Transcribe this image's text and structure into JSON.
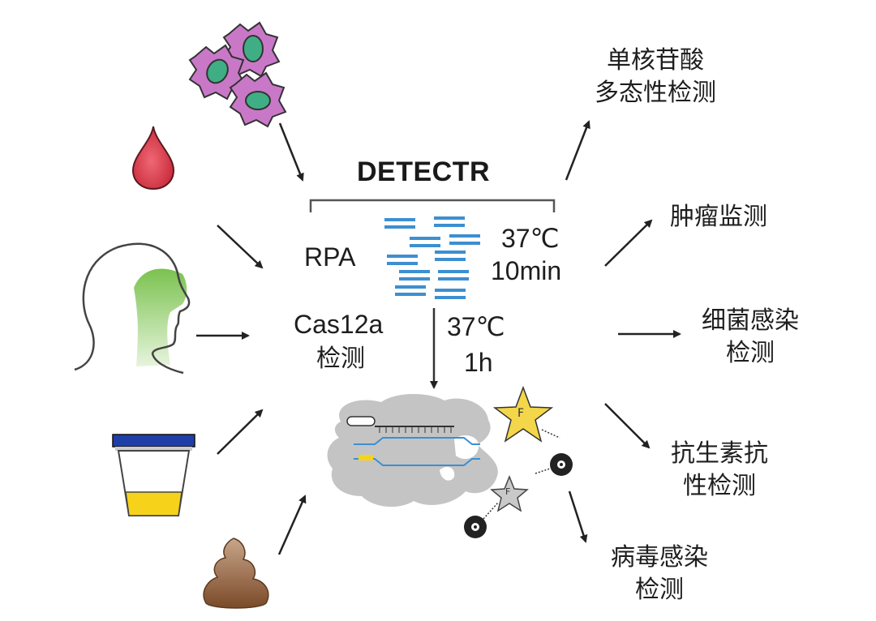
{
  "title": "DETECTR",
  "steps": {
    "rpa": {
      "label": "RPA",
      "temperature": "37℃",
      "duration": "10min"
    },
    "cas": {
      "label_line1": "Cas12a",
      "label_line2": "检测",
      "temperature": "37℃",
      "duration": "1h"
    }
  },
  "samples": [
    {
      "name": "cells",
      "icon": "cells-icon"
    },
    {
      "name": "blood",
      "icon": "blood-drop-icon"
    },
    {
      "name": "nasal/throat swab",
      "icon": "head-profile-icon"
    },
    {
      "name": "urine",
      "icon": "urine-cup-icon"
    },
    {
      "name": "stool",
      "icon": "stool-icon"
    }
  ],
  "applications": [
    {
      "line1": "单核苷酸",
      "line2": "多态性检测"
    },
    {
      "line1": "肿瘤监测",
      "line2": ""
    },
    {
      "line1": "细菌感染",
      "line2": "检测"
    },
    {
      "line1": "抗生素抗",
      "line2": "性检测"
    },
    {
      "line1": "病毒感染",
      "line2": "检测"
    }
  ],
  "reporter": {
    "fluorophore_letter": "F"
  },
  "colors": {
    "cell_body": "#c978c8",
    "cell_nucleus": "#3fae84",
    "blood": "#d8384a",
    "swab_green": "#7cc24a",
    "dna_blue": "#3d8fd0",
    "cup_lid": "#1f3fa8",
    "urine": "#f6d31a",
    "stool": "#8b5a34",
    "cas_protein": "#c4c4c4",
    "star_yellow": "#f3d64a",
    "arrow": "#222222"
  }
}
